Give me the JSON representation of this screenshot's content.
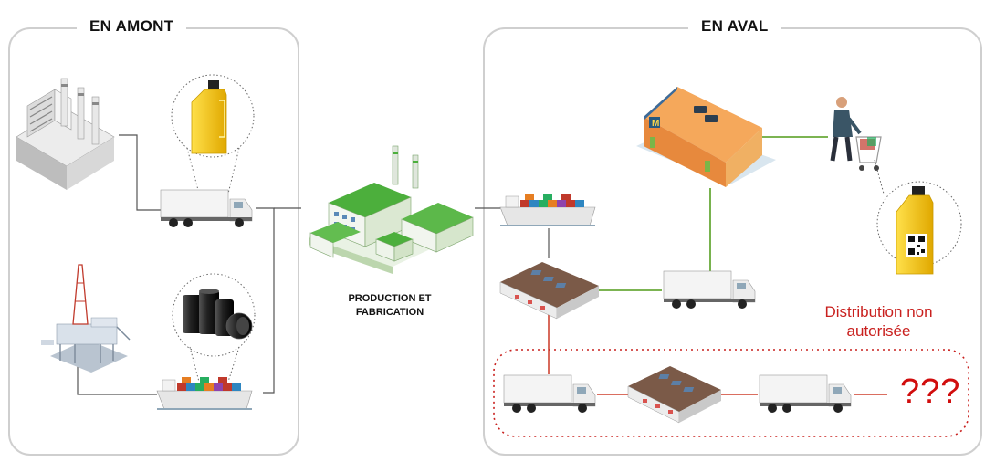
{
  "upstream": {
    "title": "EN AMONT"
  },
  "downstream": {
    "title": "EN AVAL"
  },
  "center": {
    "label_line1": "PRODUCTION ET",
    "label_line2": "FABRICATION"
  },
  "alert": {
    "line1": "Distribution non",
    "line2": "autorisée",
    "unknown": "???"
  },
  "colors": {
    "panel_border": "#cfcfcf",
    "downstream_link": "#6aaa3a",
    "gray_market_link": "#d45a4a",
    "alert_text": "#c9201e",
    "factory_green": "#4caf3c",
    "bottle_yellow": "#f3c800"
  },
  "icons": {
    "power_plant": "power-plant-icon",
    "oil_rig": "oil-rig-icon",
    "truck": "truck-icon",
    "ship": "cargo-ship-icon",
    "oil_bottle": "oil-bottle-icon",
    "barrels": "oil-barrels-icon",
    "factory": "factory-icon",
    "warehouse": "warehouse-icon",
    "store": "store-icon",
    "shopper": "shopper-icon"
  }
}
